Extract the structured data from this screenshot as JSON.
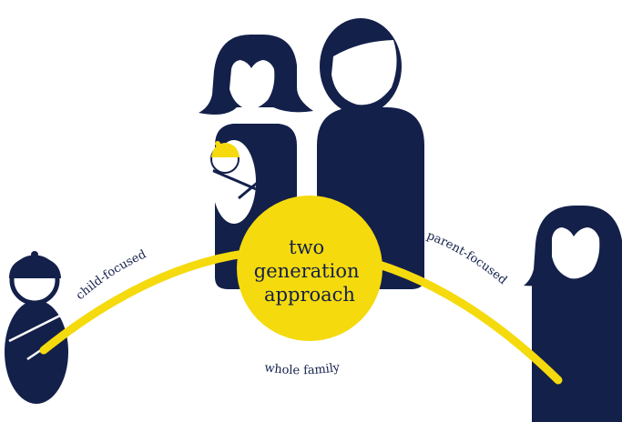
{
  "colors": {
    "navy": "#13204a",
    "yellow": "#f5da0d",
    "white": "#ffffff"
  },
  "center": {
    "lines": [
      "two",
      "generation",
      "approach"
    ]
  },
  "labels": {
    "left": "child-focused",
    "right": "parent-focused",
    "bottom": "whole family"
  },
  "figures": [
    {
      "name": "child",
      "icon": "child-icon"
    },
    {
      "name": "mother-with-baby",
      "icon": "mother-with-baby-icon"
    },
    {
      "name": "father",
      "icon": "father-icon"
    },
    {
      "name": "parent",
      "icon": "parent-icon"
    }
  ]
}
